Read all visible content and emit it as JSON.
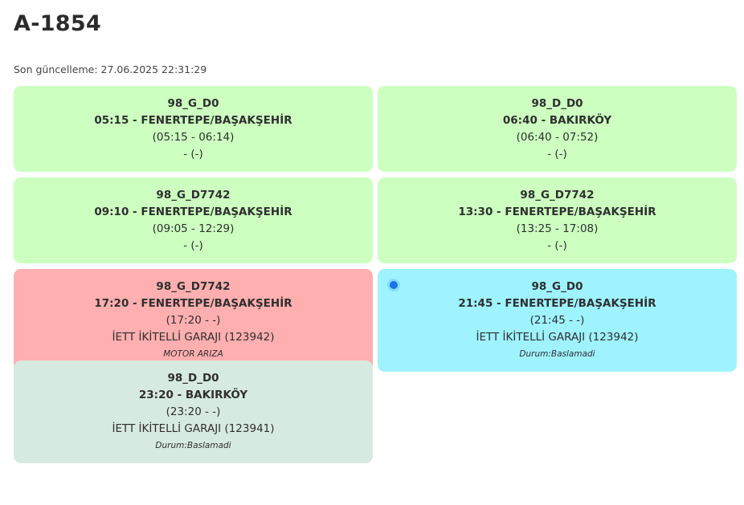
{
  "page": {
    "title": "A-1854",
    "last_update": "Son güncelleme: 27.06.2025 22:31:29"
  },
  "colors": {
    "green": "#ccffc0",
    "red": "#ffafaf",
    "cyan": "#9ef3ff",
    "pale": "#d7eadf"
  },
  "cards": [
    {
      "code": "98_G_D0",
      "trip": "05:15 - FENERTEPE/BAŞAKŞEHİR",
      "times": "(05:15 - 06:14)",
      "garage": "- (-)",
      "note": ""
    },
    {
      "code": "98_D_D0",
      "trip": "06:40 - BAKIRKÖY",
      "times": "(06:40 - 07:52)",
      "garage": "- (-)",
      "note": ""
    },
    {
      "code": "98_G_D7742",
      "trip": "09:10 - FENERTEPE/BAŞAKŞEHİR",
      "times": "(09:05 - 12:29)",
      "garage": "- (-)",
      "note": ""
    },
    {
      "code": "98_G_D7742",
      "trip": "13:30 - FENERTEPE/BAŞAKŞEHİR",
      "times": "(13:25 - 17:08)",
      "garage": "- (-)",
      "note": ""
    },
    {
      "code": "98_G_D7742",
      "trip": "17:20 - FENERTEPE/BAŞAKŞEHİR",
      "times": "(17:20 - -)",
      "garage": "İETT İKİTELLİ GARAJI (123942)",
      "note": "MOTOR ARIZA"
    },
    {
      "code": "98_G_D0",
      "trip": "21:45 - FENERTEPE/BAŞAKŞEHİR",
      "times": "(21:45 - -)",
      "garage": "İETT İKİTELLİ GARAJI (123942)",
      "note": "Durum:Baslamadi",
      "current_indicator_icon": "current-trip-dot-icon"
    },
    {
      "code": "98_D_D0",
      "trip": "23:20 - BAKIRKÖY",
      "times": "(23:20 - -)",
      "garage": "İETT İKİTELLİ GARAJI (123941)",
      "note": "Durum:Baslamadi"
    }
  ]
}
